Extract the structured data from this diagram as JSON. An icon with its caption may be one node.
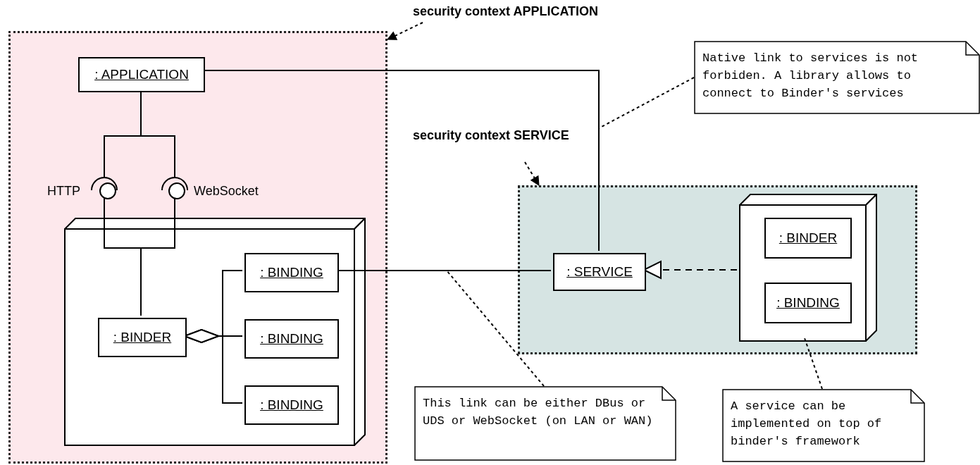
{
  "diagram": {
    "nodes": [
      {
        "text": [
          "security context APPLICATION"
        ]
      },
      {
        "text": [],
        "shape": "box"
      },
      {
        "text": [
          ": APPLICATION"
        ],
        "in": 1
      },
      {
        "text": [
          "HTTP"
        ],
        "in": 1
      },
      {
        "text": [
          "WebSocket"
        ],
        "in": 1
      },
      {
        "text": [],
        "shape": "box",
        "in": 1
      },
      {
        "text": [
          ": BINDER"
        ],
        "in": 5
      },
      {
        "text": [
          ": BINDING"
        ],
        "in": 5
      },
      {
        "text": [
          ": BINDING"
        ],
        "in": 5
      },
      {
        "text": [
          ": BINDING"
        ],
        "in": 5
      },
      {
        "text": [
          "security context SERVICE"
        ]
      },
      {
        "text": [],
        "shape": "box"
      },
      {
        "text": [
          ": SERVICE"
        ],
        "in": 11
      },
      {
        "text": [],
        "shape": "box",
        "in": 11
      },
      {
        "text": [
          ": BINDER"
        ],
        "in": 13
      },
      {
        "text": [
          ": BINDING"
        ],
        "in": 13
      },
      {
        "text": [
          "Native link to services is not forbiden. A library allows to connect to Binder's services"
        ]
      },
      {
        "text": [
          "This link can be either DBus or UDS or WebSocket (on LAN or WAN)"
        ]
      },
      {
        "text": [
          "A service can be implemented on top of binder's framework"
        ]
      }
    ],
    "edges": [
      {
        "from": 0,
        "to": 1,
        "arrow": "to",
        "style": "dashed"
      },
      {
        "from": 2,
        "to": 3,
        "arrow": "other"
      },
      {
        "from": 2,
        "to": 4,
        "arrow": "other"
      },
      {
        "from": 3,
        "to": 6,
        "arrow": "none"
      },
      {
        "from": 4,
        "to": 6,
        "arrow": "none"
      },
      {
        "from": 6,
        "to": 7,
        "arrow": "other"
      },
      {
        "from": 6,
        "to": 8,
        "arrow": "other"
      },
      {
        "from": 6,
        "to": 9,
        "arrow": "other"
      },
      {
        "from": 7,
        "to": 12,
        "arrow": "none"
      },
      {
        "from": 2,
        "to": 12,
        "arrow": "none"
      },
      {
        "from": 13,
        "to": 12,
        "arrow": "to",
        "style": "dashed"
      },
      {
        "from": 10,
        "to": 11,
        "arrow": "to",
        "style": "dashed"
      },
      {
        "from": 16,
        "to": null,
        "arrow": "none",
        "style": "dashed"
      },
      {
        "from": 17,
        "to": null,
        "arrow": "none",
        "style": "dashed"
      },
      {
        "from": 18,
        "to": 13,
        "arrow": "none",
        "style": "dashed"
      }
    ]
  }
}
